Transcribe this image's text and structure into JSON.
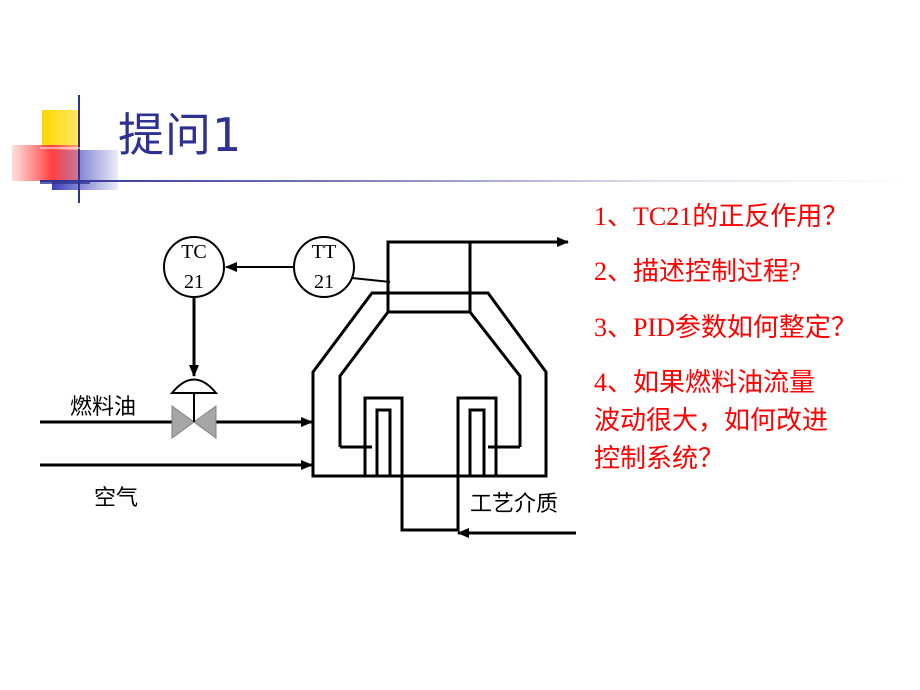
{
  "title": "提问1",
  "diagram": {
    "tc_line1": "TC",
    "tc_line2": "21",
    "tt_line1": "TT",
    "tt_line2": "21",
    "fuel_label": "燃料油",
    "air_label": "空气",
    "medium_label": "工艺介质"
  },
  "questions": [
    "1、TC21的正反作用？",
    "2、描述控制过程?",
    "3、PID参数如何整定？",
    "4、如果燃料油流量",
    "波动很大，如何改进",
    "控制系统？"
  ],
  "colors": {
    "title": "#2e3192",
    "question_text": "#ff0000",
    "valve_fill": "#a6a6a6",
    "deco_yellow": "#ffd700",
    "deco_red": "#ff5a5a",
    "deco_blue": "#3a3fb8"
  }
}
